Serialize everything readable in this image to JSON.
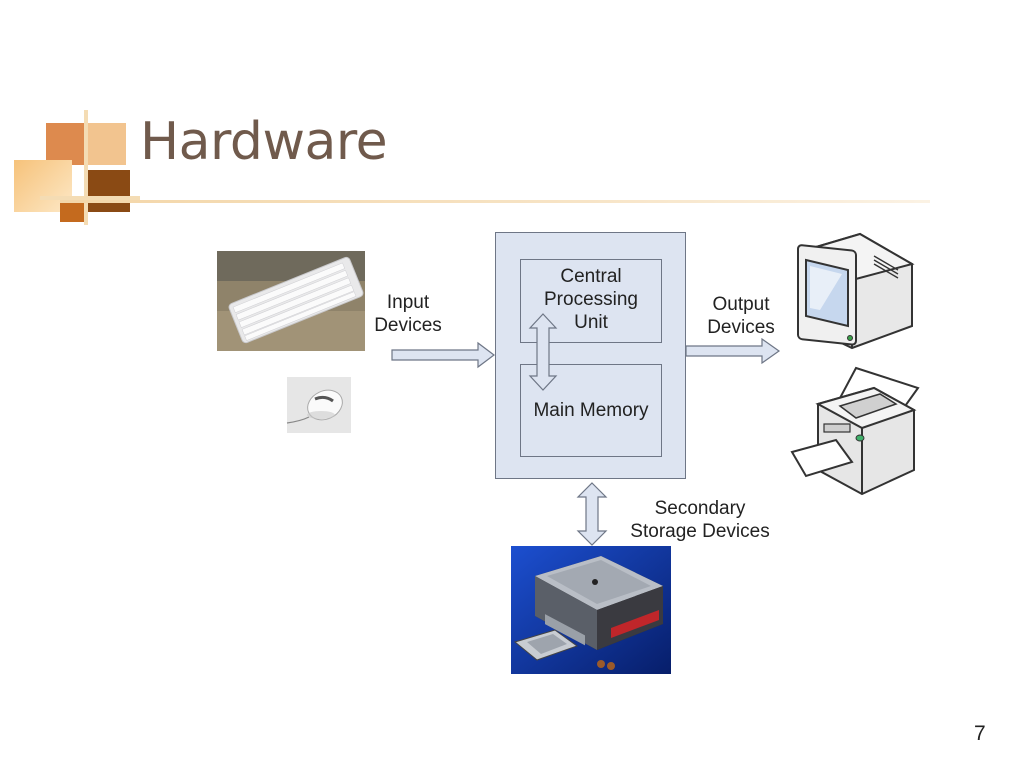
{
  "slide": {
    "title": "Hardware",
    "page_number": "7"
  },
  "diagram": {
    "input_label": "Input\nDevices",
    "output_label": "Output\nDevices",
    "cpu_label": "Central\nProcessing\nUnit",
    "memory_label": "Main Memory",
    "storage_label": "Secondary\nStorage  Devices"
  },
  "images": {
    "keyboard": "keyboard-photo",
    "mouse": "mouse-photo",
    "monitor": "monitor-icon",
    "printer": "printer-icon",
    "hard_drive": "hard-drive-photo"
  }
}
